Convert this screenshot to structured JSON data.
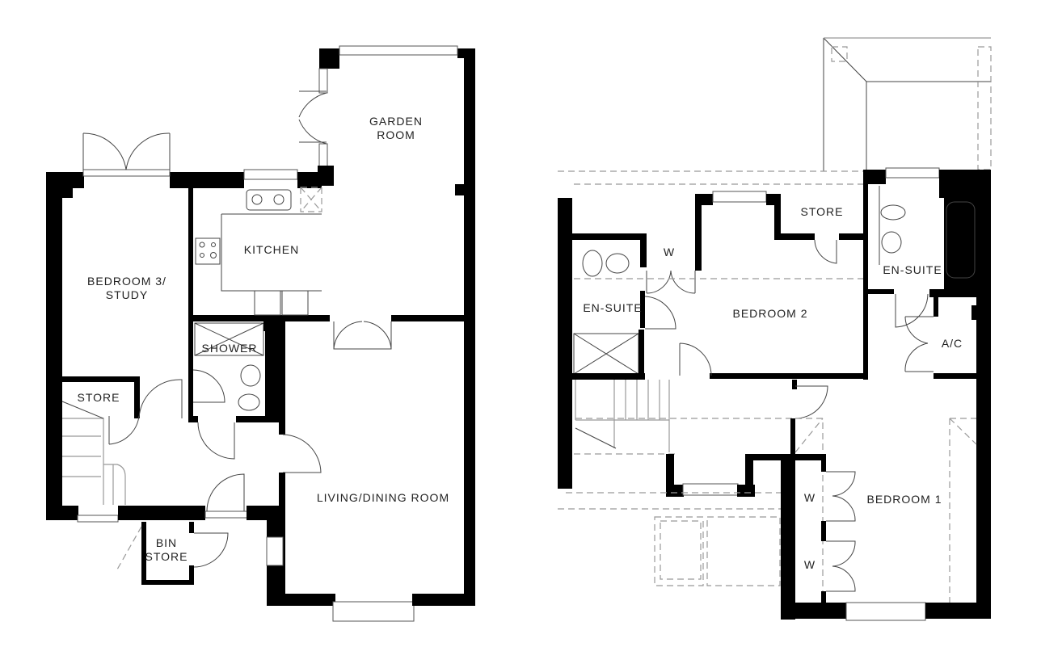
{
  "ground_floor": {
    "rooms": {
      "garden_room": [
        "GARDEN",
        "ROOM"
      ],
      "kitchen": "KITCHEN",
      "bedroom3": [
        "BEDROOM 3/",
        "STUDY"
      ],
      "shower": "SHOWER",
      "store": "STORE",
      "living": "LIVING/DINING ROOM",
      "bin_store": [
        "BIN",
        "STORE"
      ]
    }
  },
  "first_floor": {
    "rooms": {
      "store": "STORE",
      "wardrobe": "W",
      "ensuite_left": "EN-SUITE",
      "bedroom2": "BEDROOM 2",
      "ensuite_right": "EN-SUITE",
      "ac": "A/C",
      "bedroom1": "BEDROOM 1",
      "wardrobe1": "W",
      "wardrobe2": "W"
    }
  },
  "colors": {
    "wall": "#000000",
    "line": "#444444",
    "dashed": "#999999",
    "background": "#ffffff"
  }
}
